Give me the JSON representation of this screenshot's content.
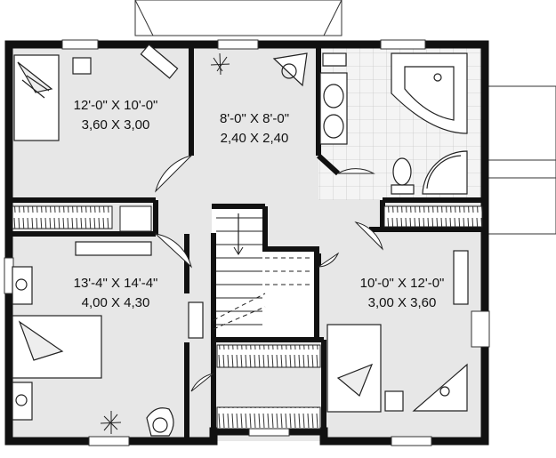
{
  "rooms": [
    {
      "id": "bedroom-2",
      "dims_imperial": "12'-0\" X 10'-0\"",
      "dims_metric": "3,60 X 3,00"
    },
    {
      "id": "hall",
      "dims_imperial": "8'-0\" X 8'-0\"",
      "dims_metric": "2,40 X 2,40"
    },
    {
      "id": "master-bedroom",
      "dims_imperial": "13'-4\" X 14'-4\"",
      "dims_metric": "4,00 X 4,30"
    },
    {
      "id": "bedroom-3",
      "dims_imperial": "10'-0\" X 12'-0\"",
      "dims_metric": "3,00 X 3,60"
    }
  ],
  "colors": {
    "wall": "#111111",
    "floor": "#e6e6e6",
    "bath": "#f2f2f2",
    "line": "#333333",
    "white": "#ffffff"
  }
}
